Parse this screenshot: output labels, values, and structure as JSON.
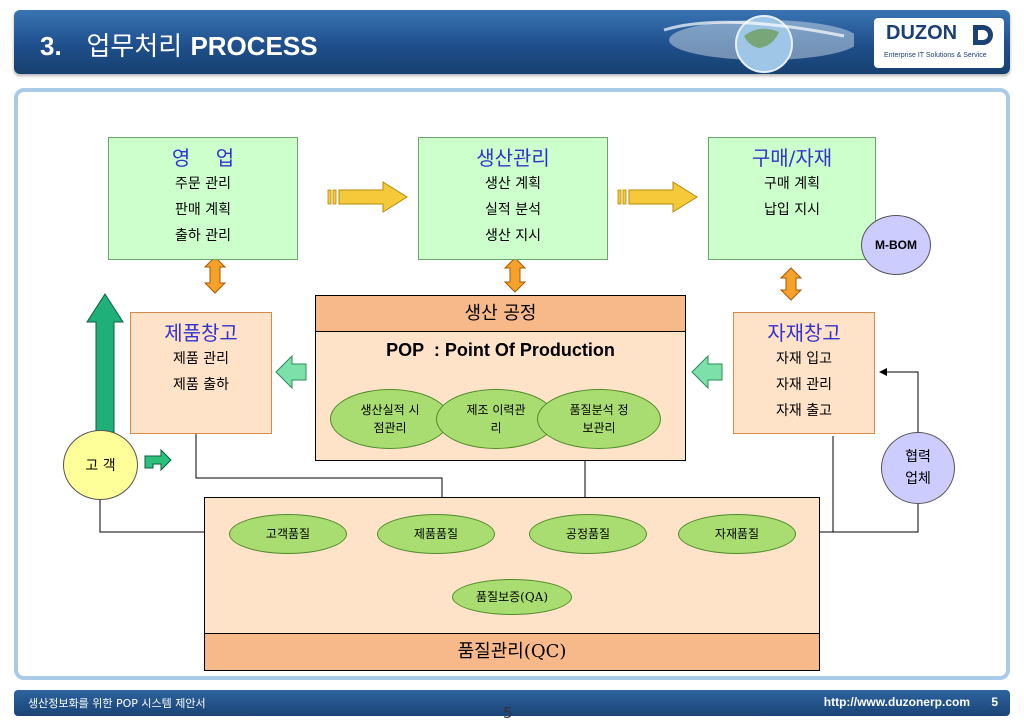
{
  "header": {
    "number": "3.",
    "title_ko": "업무처리",
    "title_en": "PROCESS",
    "logo_name": "DUZON",
    "logo_tagline": "Enterprise IT Solutions & Service"
  },
  "sales": {
    "title": "영    업",
    "items": [
      "주문 관리",
      "판매 계획",
      "출하 관리"
    ]
  },
  "production_mgmt": {
    "title": "생산관리",
    "items": [
      "생산 계획",
      "실적 분석",
      "생산 지시"
    ]
  },
  "purchasing": {
    "title": "구매/자재",
    "items": [
      "구매 계획",
      "납입 지시"
    ]
  },
  "mbom": "M-BOM",
  "product_warehouse": {
    "title": "제품창고",
    "items": [
      "제품 관리",
      "제품 출하"
    ]
  },
  "material_warehouse": {
    "title": "자재창고",
    "items": [
      "자재 입고",
      "자재 관리",
      "자재 출고"
    ]
  },
  "process": {
    "title": "생산 공정",
    "pop": "POP  : Point Of Production",
    "ellipses": [
      "생산실적 시점관리",
      "제조 이력관리",
      "품질분석 정보관리"
    ]
  },
  "customer": "고 객",
  "partner": "협력 업체",
  "qc": {
    "items": [
      "고객품질",
      "제품품질",
      "공정품질",
      "자재품질"
    ],
    "qa": "품질보증(QA)",
    "title": "품질관리(QC)"
  },
  "footer": {
    "left": "생산정보화를 위한 POP 시스템 제안서",
    "url": "http://www.duzonerp.com",
    "page": "5"
  },
  "page_number": "5",
  "colors": {
    "green_box": "#ccffcc",
    "orange_box": "#ffe3c8",
    "ellipse": "#a9dd72",
    "header_blue": "#1f4f8c",
    "heading_text": "#3333cc"
  }
}
